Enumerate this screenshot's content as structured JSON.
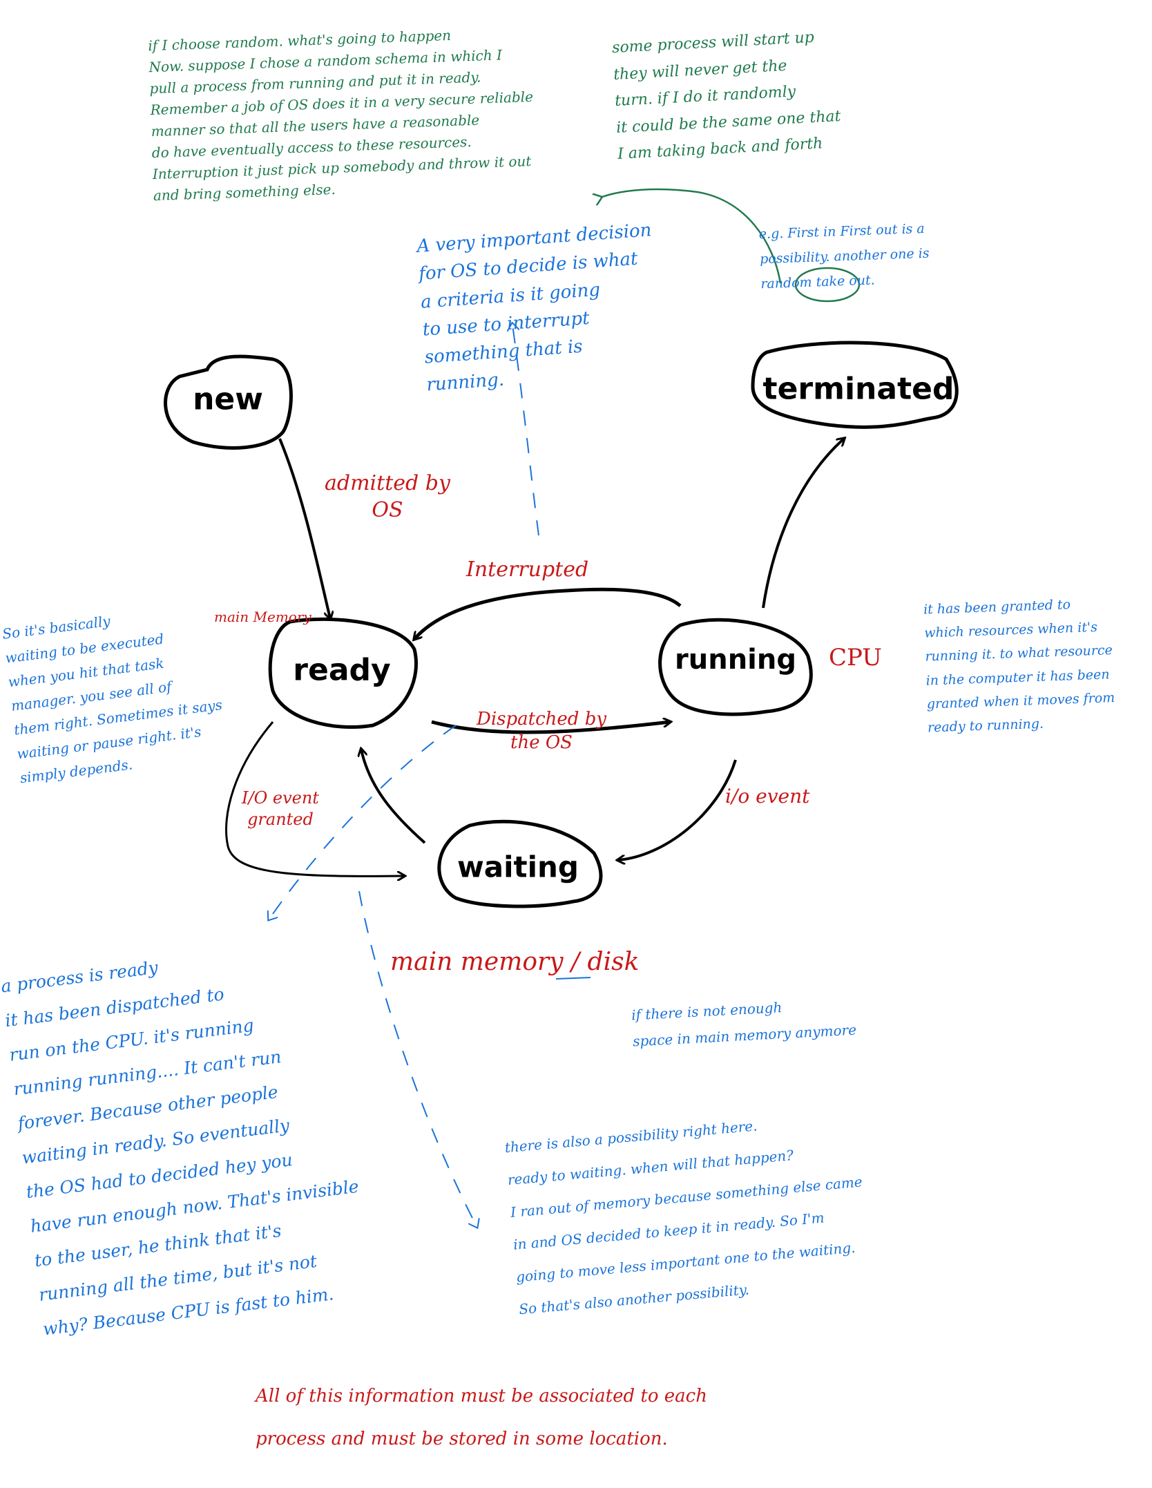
{
  "colors": {
    "ink": "#000000",
    "green_notes": "#1f7a4d",
    "blue_notes": "#1a73d9",
    "red_labels": "#c81818"
  },
  "states": {
    "new": "new",
    "ready": "ready",
    "running": "running",
    "waiting": "waiting",
    "terminated": "terminated"
  },
  "transitions": {
    "admitted": "admitted by\nOS",
    "interrupted": "Interrupted",
    "dispatched": "Dispatched by\nthe OS",
    "io_event": "i/o event",
    "io_granted": "I/O event\ngranted"
  },
  "location_labels": {
    "ready_location": "main Memory",
    "running_location": "CPU",
    "waiting_location": "main memory / disk"
  },
  "notes": {
    "green_random": "if I choose random. what's going to happen\nNow. suppose I chose a random schema in which I\npull a process from running and put it in ready.\nRemember a job of OS does it in a very secure reliable\nmanner so that all the users have a reasonable\ndo have eventually access to these resources.\nInterruption it just pick up somebody and throw it out\nand bring something else.",
    "green_starve": "some process will start up\nthey will never get the\nturn. if I do it randomly\nit could be the same one that\nI am taking back and forth",
    "blue_decision": "A very important decision\nfor OS to decide is what\na criteria is it going\nto use to interrupt\nsomething that is\nrunning.",
    "blue_fifo": "e.g. First in First out is a\npossibility. another one is\nrandom take out.",
    "blue_fifo_circled": "random",
    "blue_ready_desc": "So it's basically\nwaiting to be executed\nwhen you hit that task\nmanager. you see all of\nthem right. Sometimes it says\nwaiting or pause right. it's\nsimply depends.",
    "blue_running_desc": "it has been granted to\nwhich resources when it's\nrunning it. to what resource\nin the computer it has been\ngranted when it moves from\nready to running.",
    "blue_disk": "if there is not enough\nspace in main memory anymore",
    "blue_process_ready": "a process is ready\nit has been dispatched to\nrun on the CPU. it's running\nrunning running.... It can't run\nforever. Because other people\nwaiting in ready. So eventually\nthe OS had to decided hey you\nhave run enough now. That's invisible\nto the user, he think that it's\nrunning all the time, but it's not\nwhy? Because CPU is fast to him.",
    "blue_ready_to_waiting": "there is also a possibility right here.\nready to waiting. when will that happen?\nI ran out of memory because something else came\nin and OS decided to keep it in ready. So I'm\ngoing to move less important one to the waiting.\nSo that's also another possibility.",
    "red_summary": "All of this information must be associated to each\nprocess and must be stored in some location."
  }
}
